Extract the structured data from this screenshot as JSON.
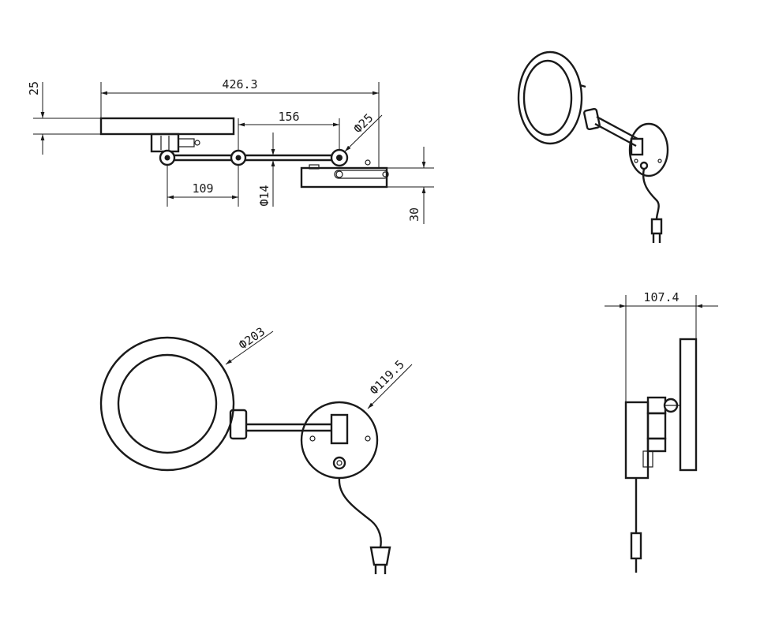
{
  "dimensions": {
    "overall_length": "426.3",
    "arm_segment_long": "156",
    "arm_segment_short": "109",
    "mirror_thickness": "25",
    "base_thickness": "30",
    "pivot_diameter": "Ф25",
    "arm_diameter": "Ф14",
    "mirror_diameter": "Ф203",
    "base_diameter": "Ф119.5",
    "side_depth": "107.4"
  }
}
